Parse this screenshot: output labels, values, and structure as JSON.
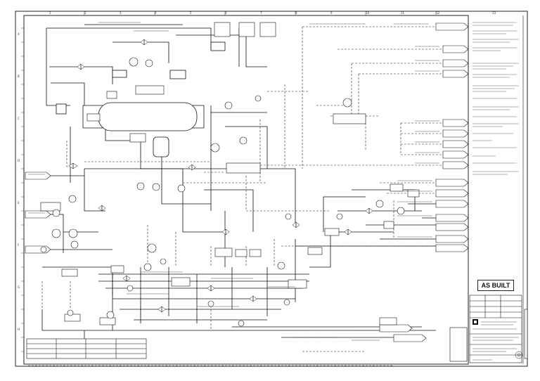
{
  "drawing": {
    "stamp": "AS BUILT",
    "border_columns": [
      "1",
      "2",
      "3",
      "4",
      "5",
      "6",
      "7",
      "8",
      "9",
      "10",
      "11",
      "12",
      "13"
    ],
    "border_rows": [
      "A",
      "B",
      "C",
      "D",
      "E",
      "F",
      "G",
      "H"
    ]
  },
  "colors": {
    "line": "#1a1a1a",
    "paper": "#ffffff",
    "equipment_fill": "#ffffff"
  }
}
